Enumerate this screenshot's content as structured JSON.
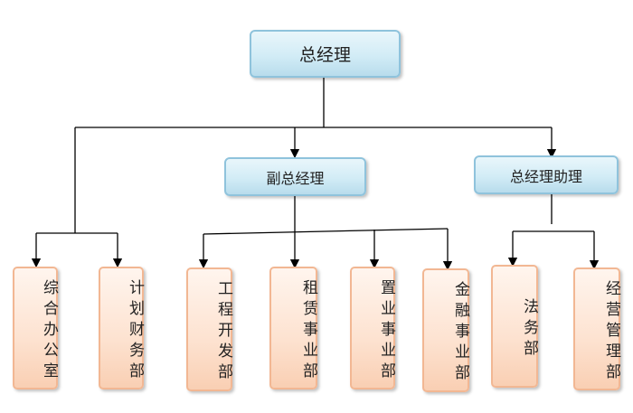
{
  "org": {
    "ceo": "总经理",
    "vp": "副总经理",
    "assistant": "总经理助理",
    "departments": {
      "general_office": "综合办公室",
      "planning_finance": "计划财务部",
      "engineering": "工程开发部",
      "leasing": "租赁事业部",
      "real_estate": "置业事业部",
      "finance": "金融事业部",
      "legal": "法务部",
      "operations": "经营管理部"
    }
  },
  "colors": {
    "top_box_border": "#8fc3dc",
    "top_box_fill": "#d2ecf6",
    "dept_box_border": "#f2b793",
    "dept_box_fill": "#fde2d0",
    "connector": "#000000"
  }
}
